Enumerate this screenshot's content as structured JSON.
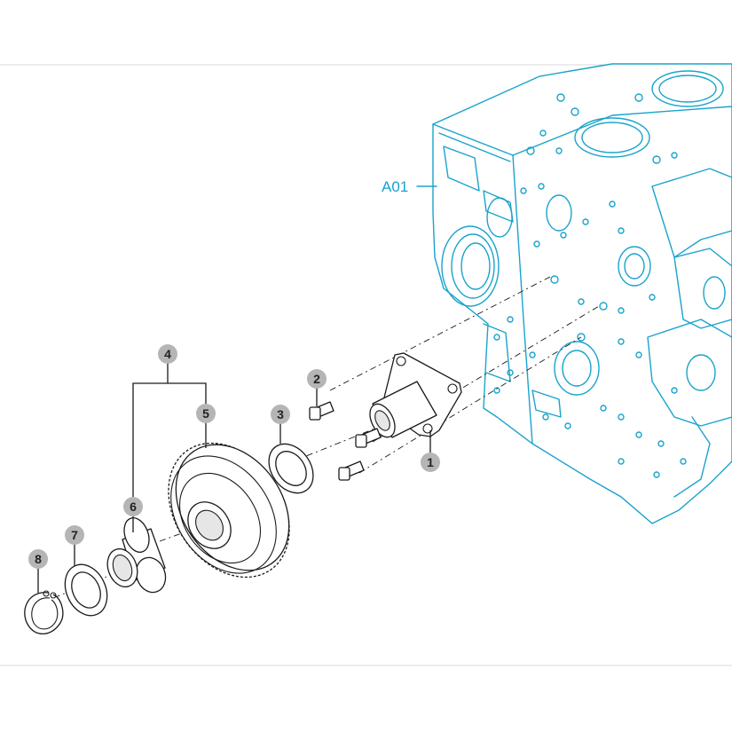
{
  "diagram": {
    "reference_label": "A01",
    "callouts": [
      {
        "id": "callout-1",
        "label": "1"
      },
      {
        "id": "callout-2",
        "label": "2"
      },
      {
        "id": "callout-3",
        "label": "3"
      },
      {
        "id": "callout-4",
        "label": "4"
      },
      {
        "id": "callout-5",
        "label": "5"
      },
      {
        "id": "callout-6",
        "label": "6"
      },
      {
        "id": "callout-7",
        "label": "7"
      },
      {
        "id": "callout-8",
        "label": "8"
      }
    ]
  },
  "colors": {
    "block_outline": "#1aa3cc",
    "callout_badge": "#b5b5b5",
    "part_outline": "#1a1a1a"
  }
}
